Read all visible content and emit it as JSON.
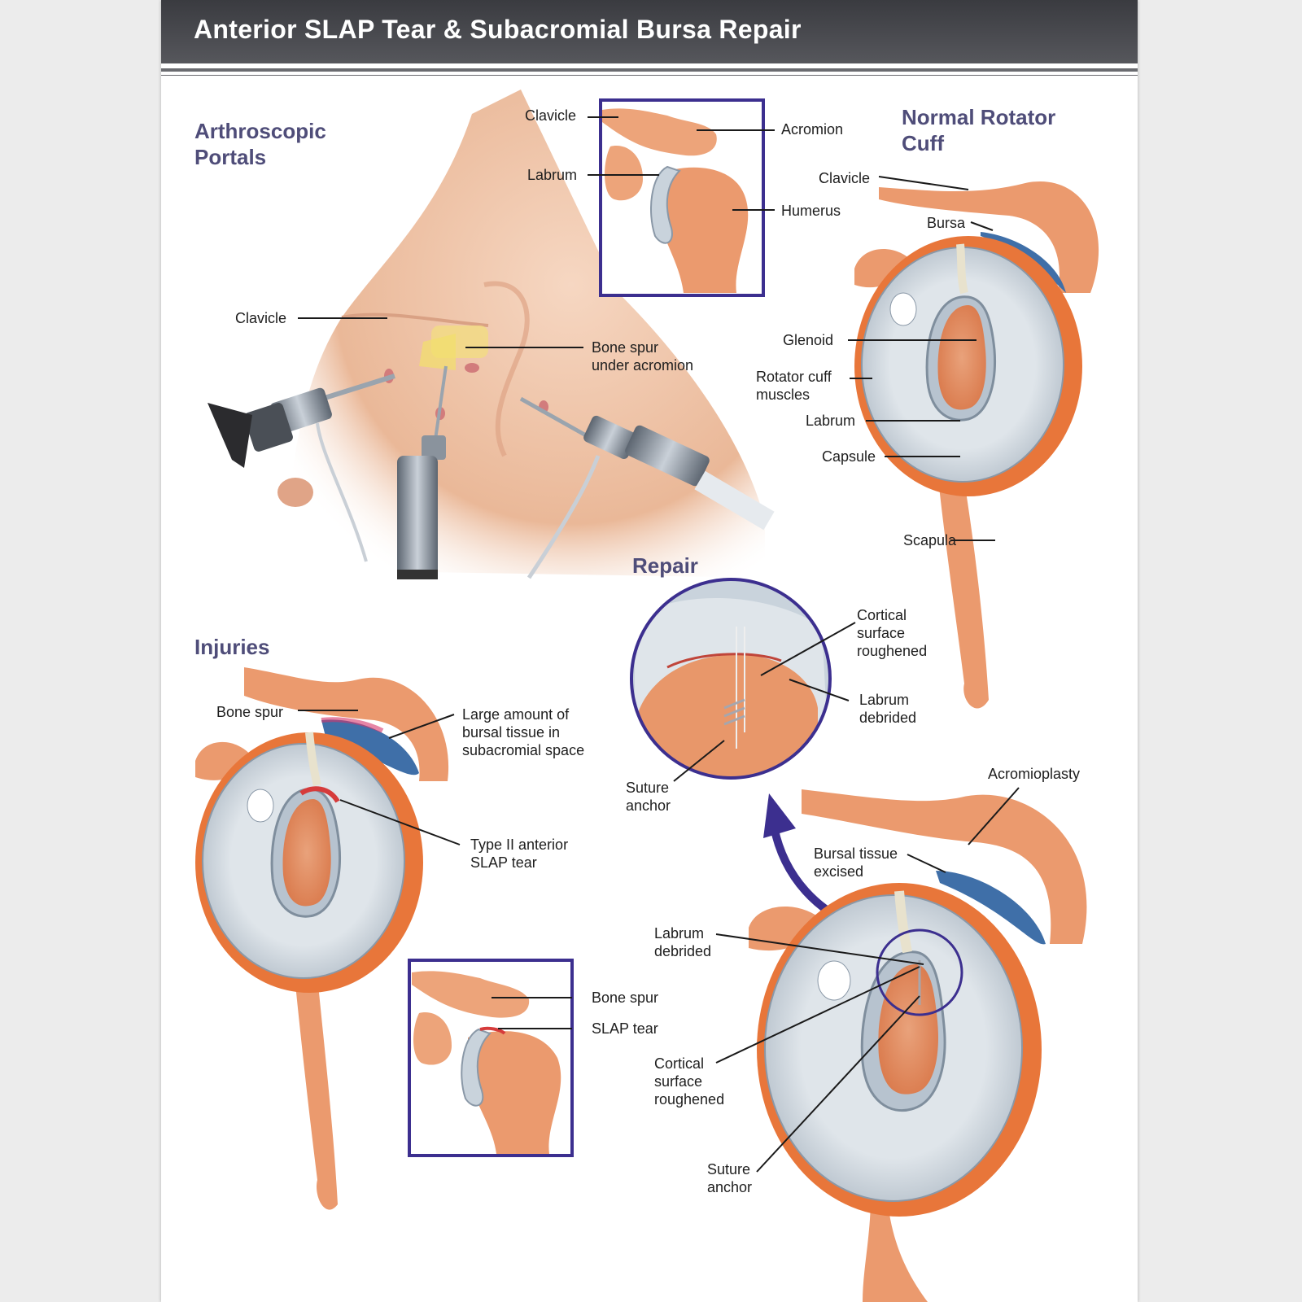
{
  "title": "Anterior SLAP Tear & Subacromial Bursa Repair",
  "headings": {
    "portals_line1": "Arthroscopic",
    "portals_line2": "Portals",
    "normal_line1": "Normal Rotator",
    "normal_line2": "Cuff",
    "repair": "Repair",
    "injuries": "Injuries"
  },
  "labels": {
    "inset_top_clavicle": "Clavicle",
    "inset_top_acromion": "Acromion",
    "inset_top_labrum": "Labrum",
    "inset_top_humerus": "Humerus",
    "portals_clavicle": "Clavicle",
    "portals_bone_spur_1": "Bone spur",
    "portals_bone_spur_2": "under acromion",
    "normal_clavicle": "Clavicle",
    "normal_bursa": "Bursa",
    "normal_glenoid": "Glenoid",
    "normal_rc_1": "Rotator cuff",
    "normal_rc_2": "muscles",
    "normal_labrum": "Labrum",
    "normal_capsule": "Capsule",
    "normal_scapula": "Scapula",
    "repair_cortical_1": "Cortical",
    "repair_cortical_2": "surface",
    "repair_cortical_3": "roughened",
    "repair_labrum_1": "Labrum",
    "repair_labrum_2": "debrided",
    "repair_anchor_1": "Suture",
    "repair_anchor_2": "anchor",
    "inj_bone_spur": "Bone spur",
    "inj_bursal_1": "Large amount of",
    "inj_bursal_2": "bursal tissue in",
    "inj_bursal_3": "subacromial space",
    "inj_slap_1": "Type II anterior",
    "inj_slap_2": "SLAP tear",
    "inset_bottom_bone_spur": "Bone spur",
    "inset_bottom_slap": "SLAP tear",
    "br_acromioplasty": "Acromioplasty",
    "br_bursal_1": "Bursal tissue",
    "br_bursal_2": "excised",
    "br_labrum_1": "Labrum",
    "br_labrum_2": "debrided",
    "br_cortical_1": "Cortical",
    "br_cortical_2": "surface",
    "br_cortical_3": "roughened",
    "br_anchor_1": "Suture",
    "br_anchor_2": "anchor"
  },
  "colors": {
    "heading": "#4f4d79",
    "bone": "#eb9a6e",
    "muscle": "#e8763a",
    "bursa": "#3f6fa8",
    "capsule": "#c9d3dc",
    "inset_border": "#3c2f8f",
    "skin": "#f0c4a8"
  }
}
